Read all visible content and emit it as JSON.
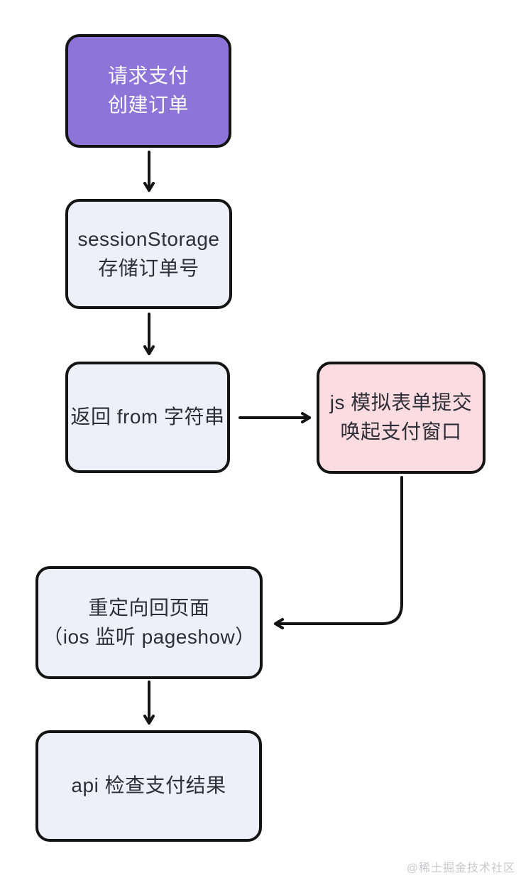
{
  "canvas": {
    "background": "#ffffff",
    "line_color": "#141414"
  },
  "flowchart": {
    "nodes": [
      {
        "id": "request-payment",
        "lines": [
          "请求支付",
          "创建订单"
        ],
        "fill": "#8c74d8",
        "text_color": "#ffffff"
      },
      {
        "id": "session-storage",
        "lines": [
          "sessionStorage",
          "存储订单号"
        ],
        "fill": "#edf0f9",
        "text_color": "#2e2e38"
      },
      {
        "id": "return-from-string",
        "lines": [
          "返回 from 字符串"
        ],
        "fill": "#edf0f9",
        "text_color": "#2e2e38"
      },
      {
        "id": "js-form-submit",
        "lines": [
          "js 模拟表单提交",
          "唤起支付窗口"
        ],
        "fill": "#fbdce0",
        "text_color": "#2e2e38"
      },
      {
        "id": "redirect-back",
        "lines": [
          "重定向回页面",
          "（ios 监听 pageshow）"
        ],
        "fill": "#edf0f9",
        "text_color": "#2e2e38"
      },
      {
        "id": "api-check-result",
        "lines": [
          "api 检查支付结果"
        ],
        "fill": "#edf0f9",
        "text_color": "#2e2e38"
      }
    ],
    "edges": [
      {
        "from": "request-payment",
        "to": "session-storage",
        "shape": "straight-down"
      },
      {
        "from": "session-storage",
        "to": "return-from-string",
        "shape": "straight-down"
      },
      {
        "from": "return-from-string",
        "to": "js-form-submit",
        "shape": "straight-right"
      },
      {
        "from": "js-form-submit",
        "to": "redirect-back",
        "shape": "elbow-down-left"
      },
      {
        "from": "redirect-back",
        "to": "api-check-result",
        "shape": "straight-down"
      }
    ]
  },
  "watermark": {
    "text": "@稀土掘金技术社区",
    "color": "#c9c9cb"
  }
}
